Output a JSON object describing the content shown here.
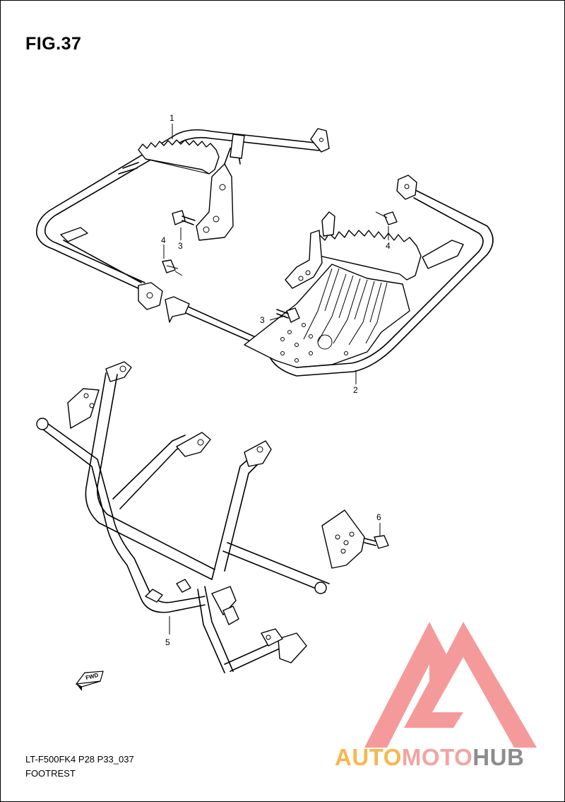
{
  "figure": {
    "title": "FIG.37",
    "code": "LT-F500FK4 P28 P33_037",
    "caption": "FOOTREST"
  },
  "callouts": [
    {
      "id": "c1",
      "label": "1"
    },
    {
      "id": "c2",
      "label": "2"
    },
    {
      "id": "c3a",
      "label": "3"
    },
    {
      "id": "c3b",
      "label": "3"
    },
    {
      "id": "c4a",
      "label": "4"
    },
    {
      "id": "c4b",
      "label": "4"
    },
    {
      "id": "c5",
      "label": "5"
    },
    {
      "id": "c6",
      "label": "6"
    }
  ],
  "direction_marker": {
    "text": "FWD"
  },
  "watermark": {
    "part_a": "AUTO",
    "part_b": "MOTO",
    "part_c": "HUB",
    "logo_color": "#f48f8f",
    "colors": [
      "#f9b64f",
      "#f4a3a3",
      "#8d8d8d"
    ]
  }
}
